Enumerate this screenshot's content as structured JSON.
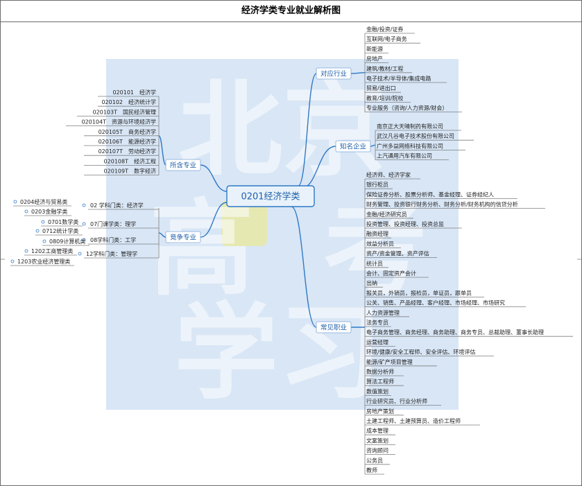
{
  "title": "经济学类专业就业解析图",
  "watermark": [
    "北京",
    "高",
    "考",
    "学习"
  ],
  "root": "0201经济学类",
  "branches": {
    "industries": {
      "label": "对应行业",
      "items": [
        "金融/投资/证券",
        "互联网/电子商务",
        "新能源",
        "房地产",
        "建筑/教材/工程",
        "电子技术/半导体/集成电路",
        "贸易/进出口",
        "教育/培训/院校",
        "专业服务（咨询/人力资源/财会）"
      ]
    },
    "companies": {
      "label": "知名企业",
      "items": [
        "南京正大天晴制药有限公司",
        "武汉凡谷电子技术股份有限公司",
        "广州多益网络科技有限公司",
        "上汽通用汽车有限公司"
      ]
    },
    "majors": {
      "label": "所含专业",
      "items": [
        "020101　经济学",
        "020102　经济统计学",
        "020103T　国民经济管理",
        "020104T　资源与环境经济学",
        "020105T　商务经济学",
        "020106T　能源经济学",
        "020107T　劳动经济学",
        "020108T　经济工程",
        "020109T　数字经济"
      ]
    },
    "competing": {
      "label": "竞争专业",
      "groups": [
        {
          "label": "02 学科门类：经济学",
          "child": "0204经济与贸易类"
        },
        {
          "label": "",
          "child": "0203金融学类"
        },
        {
          "label": "07门课学类：理学",
          "child": "0701数学类"
        },
        {
          "label": "",
          "child": "0712统计学类"
        },
        {
          "label": "08学科门类：工学",
          "child": "0809计算机类"
        },
        {
          "label": "",
          "child": "1202工商管理类"
        },
        {
          "label": "12学科门类：管理学",
          "child": "1203农业经济管理类"
        }
      ]
    },
    "jobs": {
      "label": "常见职业",
      "items": [
        "经济师、经济学家",
        "银行柜员",
        "保险证券分析、股票分析师、基金经理、证券经纪人",
        "财务管理、投资银行财务分析、财务分析/财务机构的信贷分析",
        "金融/经济研究员",
        "投资管理、投资经理、投资总监",
        "融资经理",
        "效益分析员",
        "资产/资金管理、资产评估",
        "统计员",
        "会计、固定资产会计",
        "出纳",
        "报关员，外销员，报检员，单证员，跟单员",
        "公关、销售、产品经理、客户经理、市场经理、市场研究",
        "人力资源管理",
        "法务专员",
        "电子商务管理、商务经理、商务助理、商务专员、总裁助理、董事长助理",
        "运营经理",
        "环境/健康/安全工程师、安全评估、环境评估",
        "能源/矿产项目管理",
        "数据分析师",
        "算法工程师",
        "数值策划",
        "行业研究员、行业分析师",
        "房地产策划",
        "土建工程师、土建预算员、造价工程师",
        "成本管理",
        "文案策划",
        "咨询顾问",
        "公务员",
        "教师"
      ]
    }
  }
}
